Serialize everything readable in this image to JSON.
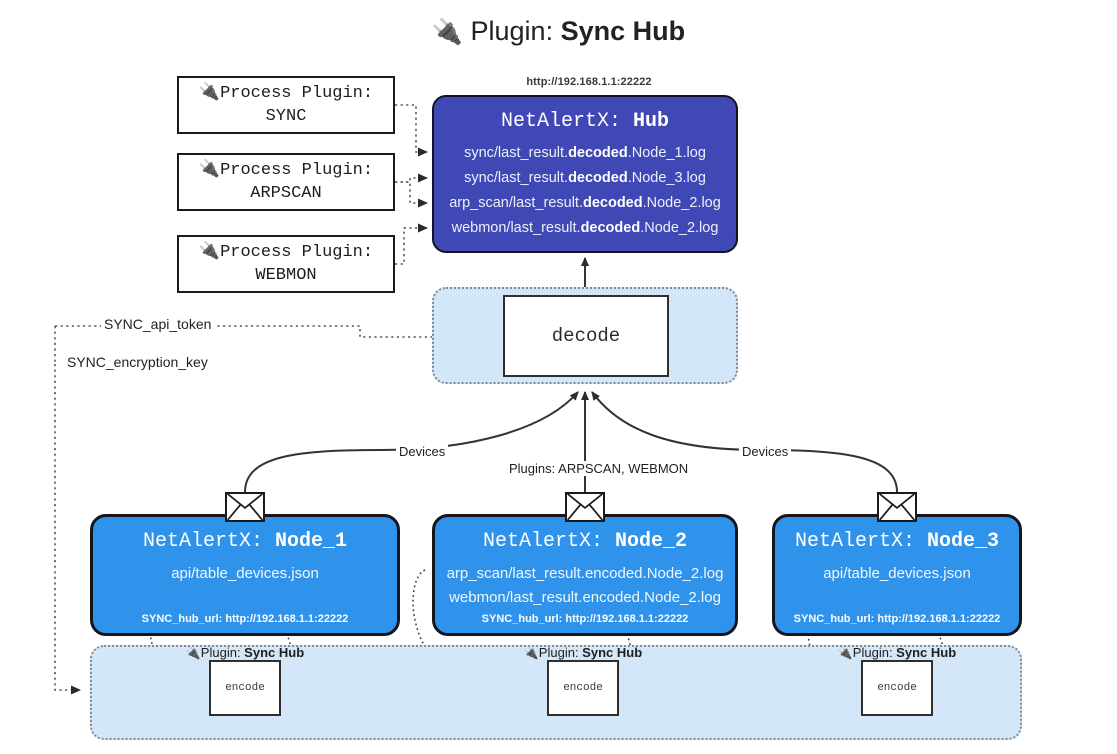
{
  "title": {
    "icon": "electric-plug-icon",
    "prefix": "Plugin:",
    "name": "Sync Hub"
  },
  "colors": {
    "hub_fill": "#3f48b4",
    "node_fill": "#2f93eb",
    "group_fill": "#d4e7f8",
    "group_border": "#7f8a93",
    "box_border": "#1a1a1a",
    "page_background": "#ffffff"
  },
  "process_plugins": [
    {
      "icon": "electric-plug-icon",
      "line1": "Process Plugin:",
      "line2": "SYNC"
    },
    {
      "icon": "electric-plug-icon",
      "line1": "Process Plugin:",
      "line2": "ARPSCAN"
    },
    {
      "icon": "electric-plug-icon",
      "line1": "Process Plugin:",
      "line2": "WEBMON"
    }
  ],
  "hub": {
    "url": "http://192.168.1.1:22222",
    "title_prefix": "NetAlertX:",
    "title_name": "Hub",
    "logs": [
      {
        "pre": "sync/last_result.",
        "mid": "decoded",
        "post": ".Node_1.log"
      },
      {
        "pre": "sync/last_result.",
        "mid": "decoded",
        "post": ".Node_3.log"
      },
      {
        "pre": "arp_scan/last_result.",
        "mid": "decoded",
        "post": ".Node_2.log"
      },
      {
        "pre": "webmon/last_result.",
        "mid": "decoded",
        "post": ".Node_2.log"
      }
    ]
  },
  "decode": {
    "label": "decode"
  },
  "settings_edges": {
    "api_token": "SYNC_api_token",
    "encryption_key": "SYNC_encryption_key"
  },
  "transport_labels": {
    "devices_left": "Devices",
    "plugins_center": "Plugins: ARPSCAN, WEBMON",
    "devices_right": "Devices"
  },
  "nodes": [
    {
      "icon": "envelope-icon",
      "title_prefix": "NetAlertX:",
      "title_name": "Node_1",
      "lines": [
        "api/table_devices.json"
      ],
      "footer": "SYNC_hub_url: http://192.168.1.1:22222"
    },
    {
      "icon": "envelope-icon",
      "title_prefix": "NetAlertX:",
      "title_name": "Node_2",
      "lines": [
        "arp_scan/last_result.encoded.Node_2.log",
        "webmon/last_result.encoded.Node_2.log"
      ],
      "footer": "SYNC_hub_url: http://192.168.1.1:22222"
    },
    {
      "icon": "envelope-icon",
      "title_prefix": "NetAlertX:",
      "title_name": "Node_3",
      "lines": [
        "api/table_devices.json"
      ],
      "footer": "SYNC_hub_url: http://192.168.1.1:22222"
    }
  ],
  "encoders": [
    {
      "icon": "electric-plug-icon",
      "label_prefix": "Plugin:",
      "label_name": "Sync Hub",
      "box_label": "encode"
    },
    {
      "icon": "electric-plug-icon",
      "label_prefix": "Plugin:",
      "label_name": "Sync Hub",
      "box_label": "encode"
    },
    {
      "icon": "electric-plug-icon",
      "label_prefix": "Plugin:",
      "label_name": "Sync Hub",
      "box_label": "encode"
    }
  ]
}
